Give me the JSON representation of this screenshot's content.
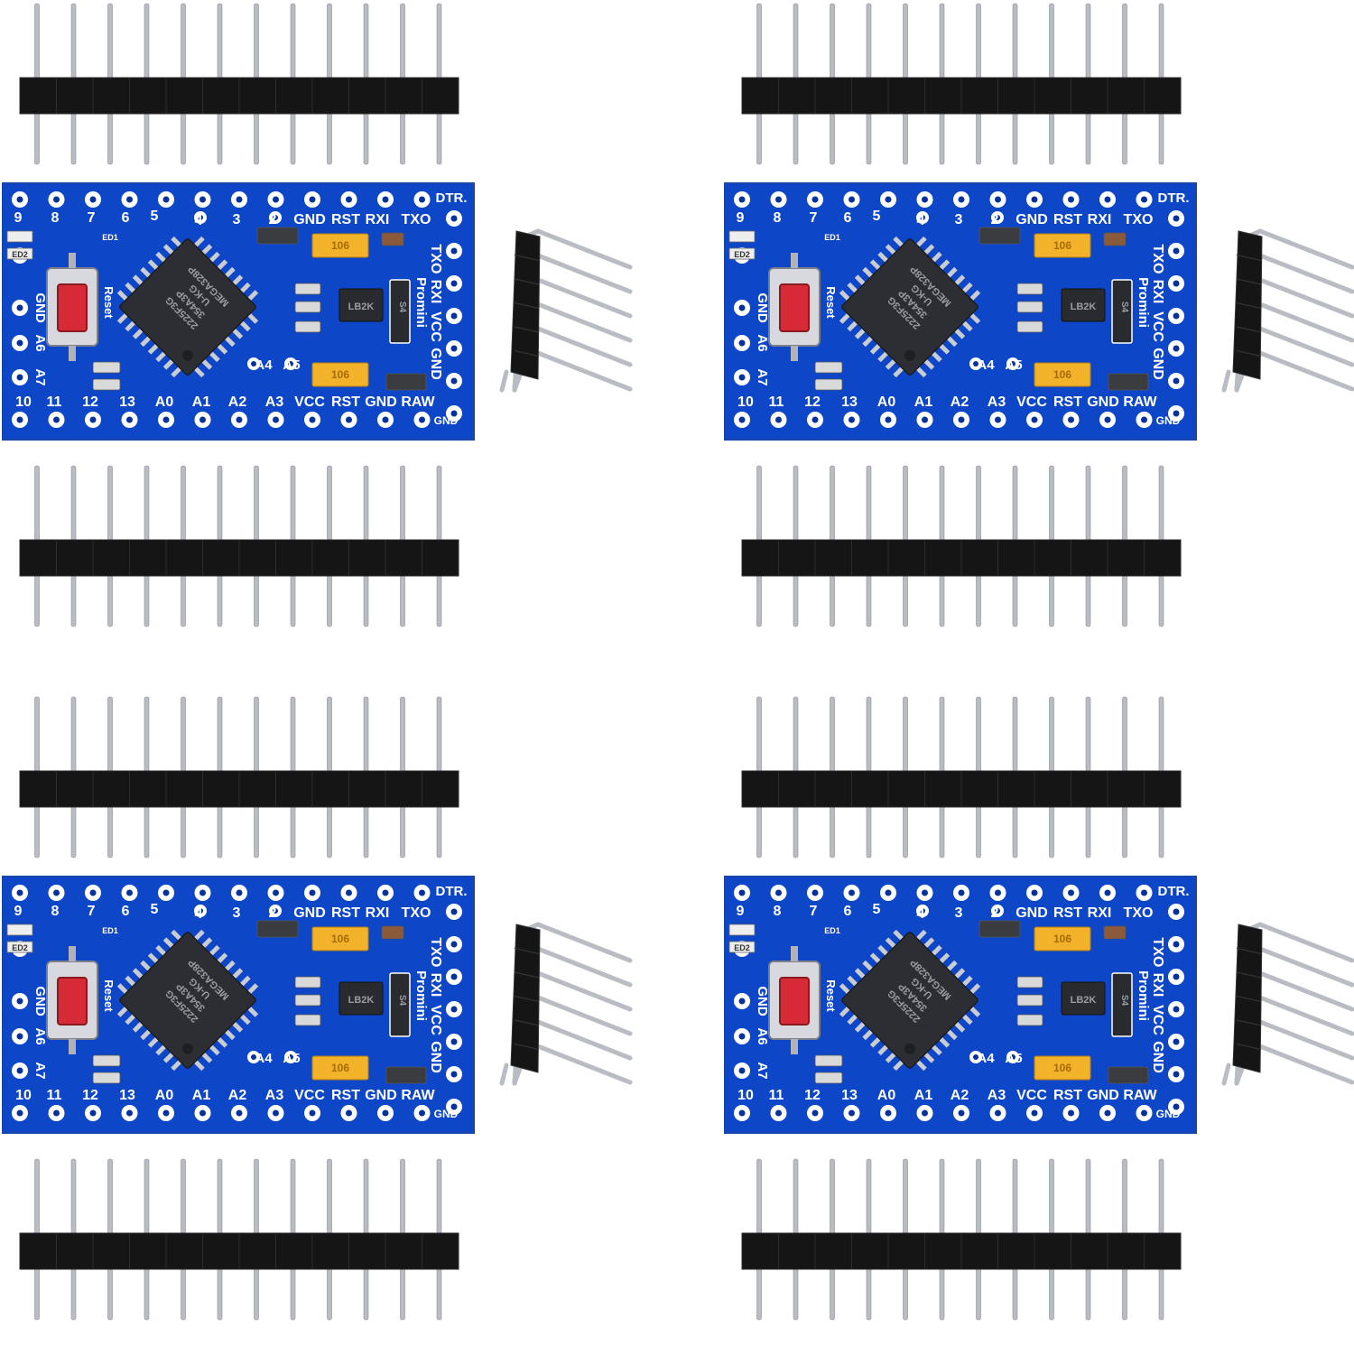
{
  "colors": {
    "pcb": "#0d47c8",
    "pcb_dark": "#06309a",
    "header_plastic": "#151515",
    "pin": "#b9bcc2",
    "chip": "#2c2e33",
    "tantalum": "#f2b229",
    "button": "#d62b36"
  },
  "kits": [
    {
      "board": {
        "top_pins": [
          "9",
          "8",
          "7",
          "6",
          "5",
          "4",
          "3",
          "2",
          "GND",
          "RST",
          "RXI",
          "TXO"
        ],
        "bottom_pins": [
          "10",
          "11",
          "12",
          "13",
          "A0",
          "A1",
          "A2",
          "A3",
          "VCC",
          "RST",
          "GND",
          "RAW"
        ],
        "side_right": [
          "TXO",
          "RXI",
          "VCC",
          "GND"
        ],
        "side_left": [
          "GND",
          "A6",
          "A7"
        ],
        "mid_labels": [
          "A4",
          "A5"
        ],
        "corner_top": "DTR.",
        "corner_bottom": "GND",
        "chip_text": [
          "MEGA328P",
          "U-KG",
          "354A3P",
          "2225F3G"
        ],
        "regulator": "LB2K",
        "brand": "Promini",
        "reset": "Reset",
        "tantalum_top": "106",
        "tantalum_bottom": "106",
        "led_1": "ED1",
        "led_2": "ED2",
        "s4": "S4"
      }
    },
    {
      "board": {
        "top_pins": [
          "9",
          "8",
          "7",
          "6",
          "5",
          "4",
          "3",
          "2",
          "GND",
          "RST",
          "RXI",
          "TXO"
        ],
        "bottom_pins": [
          "10",
          "11",
          "12",
          "13",
          "A0",
          "A1",
          "A2",
          "A3",
          "VCC",
          "RST",
          "GND",
          "RAW"
        ],
        "side_right": [
          "TXO",
          "RXI",
          "VCC",
          "GND"
        ],
        "side_left": [
          "GND",
          "A6",
          "A7"
        ],
        "mid_labels": [
          "A4",
          "A5"
        ],
        "corner_top": "DTR.",
        "corner_bottom": "GND",
        "chip_text": [
          "MEGA328P",
          "U-KG",
          "354A3P",
          "2225F3G"
        ],
        "regulator": "LB2K",
        "brand": "Promini",
        "reset": "Reset",
        "tantalum_top": "106",
        "tantalum_bottom": "106",
        "led_1": "ED1",
        "led_2": "ED2",
        "s4": "S4"
      }
    },
    {
      "board": {
        "top_pins": [
          "9",
          "8",
          "7",
          "6",
          "5",
          "4",
          "3",
          "2",
          "GND",
          "RST",
          "RXI",
          "TXO"
        ],
        "bottom_pins": [
          "10",
          "11",
          "12",
          "13",
          "A0",
          "A1",
          "A2",
          "A3",
          "VCC",
          "RST",
          "GND",
          "RAW"
        ],
        "side_right": [
          "TXO",
          "RXI",
          "VCC",
          "GND"
        ],
        "side_left": [
          "GND",
          "A6",
          "A7"
        ],
        "mid_labels": [
          "A4",
          "A5"
        ],
        "corner_top": "DTR.",
        "corner_bottom": "GND",
        "chip_text": [
          "MEGA328P",
          "U-KG",
          "354A3P",
          "2225F3G"
        ],
        "regulator": "LB2K",
        "brand": "Promini",
        "reset": "Reset",
        "tantalum_top": "106",
        "tantalum_bottom": "106",
        "led_1": "ED1",
        "led_2": "ED2",
        "s4": "S4"
      }
    },
    {
      "board": {
        "top_pins": [
          "9",
          "8",
          "7",
          "6",
          "5",
          "4",
          "3",
          "2",
          "GND",
          "RST",
          "RXI",
          "TXO"
        ],
        "bottom_pins": [
          "10",
          "11",
          "12",
          "13",
          "A0",
          "A1",
          "A2",
          "A3",
          "VCC",
          "RST",
          "GND",
          "RAW"
        ],
        "side_right": [
          "TXO",
          "RXI",
          "VCC",
          "GND"
        ],
        "side_left": [
          "GND",
          "A6",
          "A7"
        ],
        "mid_labels": [
          "A4",
          "A5"
        ],
        "corner_top": "DTR.",
        "corner_bottom": "GND",
        "chip_text": [
          "MEGA328P",
          "U-KG",
          "354A3P",
          "2225F3G"
        ],
        "regulator": "LB2K",
        "brand": "Promini",
        "reset": "Reset",
        "tantalum_top": "106",
        "tantalum_bottom": "106",
        "led_1": "ED1",
        "led_2": "ED2",
        "s4": "S4"
      }
    }
  ]
}
